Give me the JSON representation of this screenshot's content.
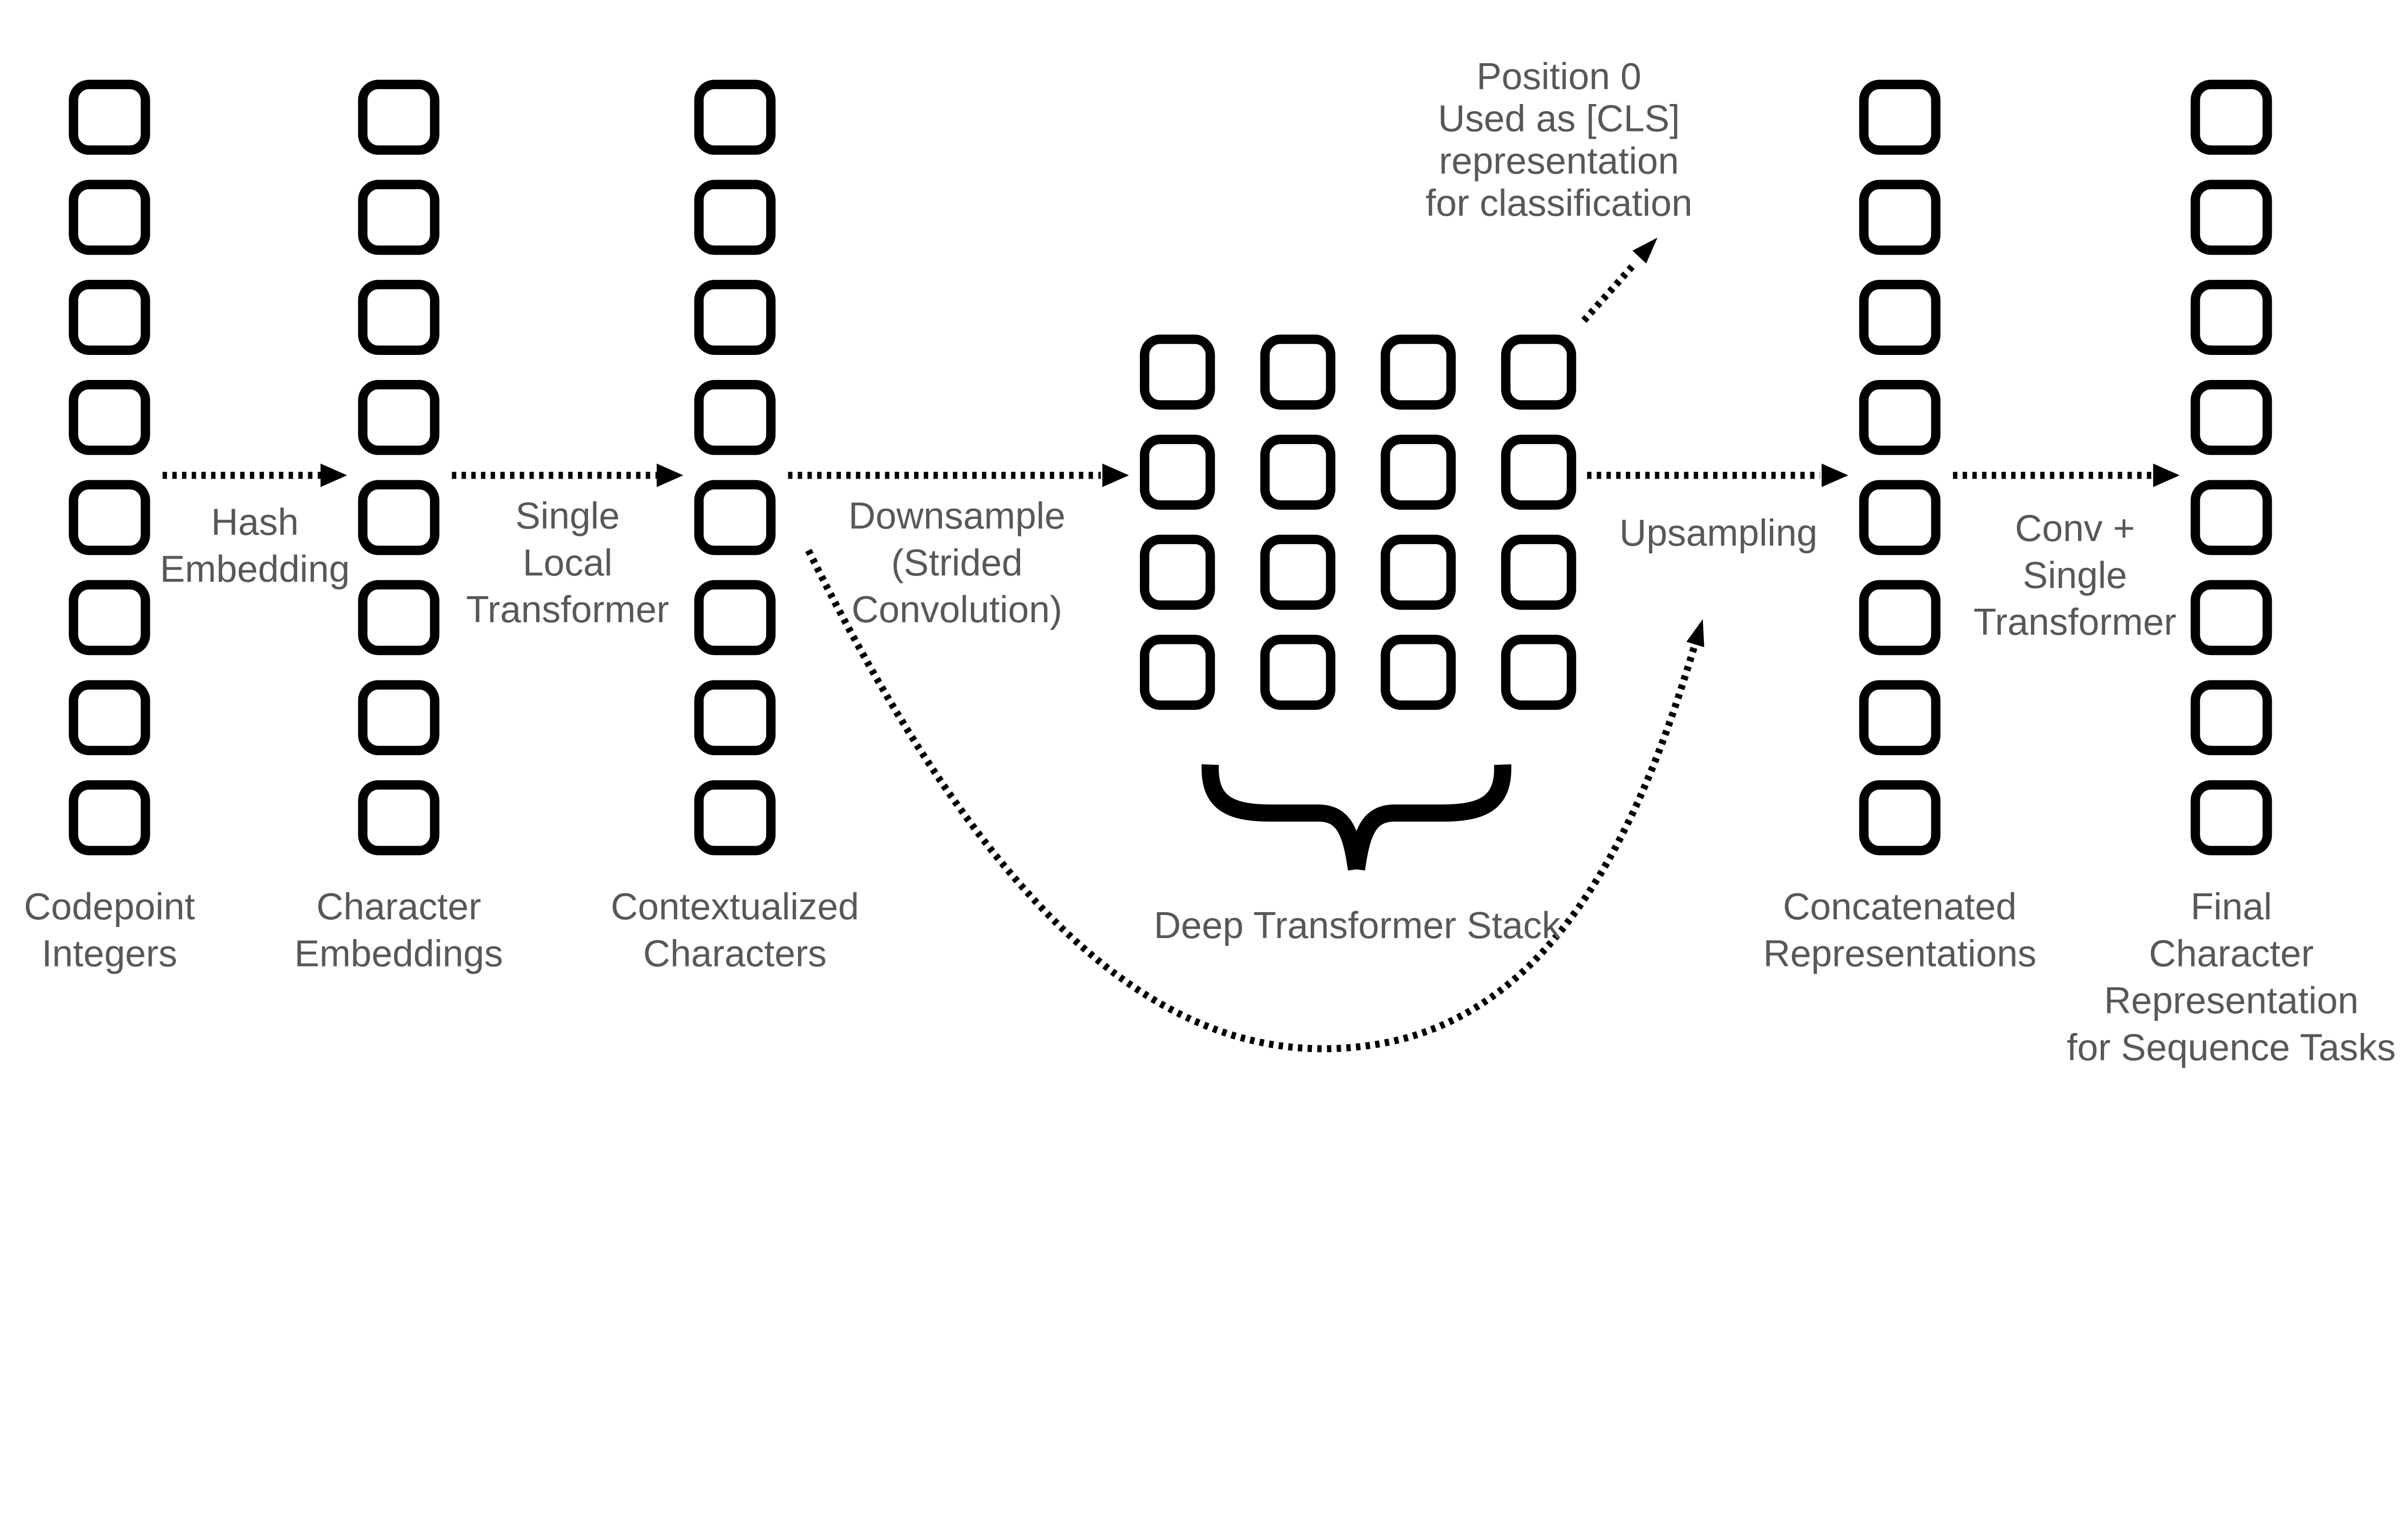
{
  "colors": {
    "text": "#58585b",
    "line": "#000000"
  },
  "columns": [
    {
      "label": "Codepoint\nIntegers",
      "count": 8
    },
    {
      "label": "Character\nEmbeddings",
      "count": 8
    },
    {
      "label": "Contextualized\nCharacters",
      "count": 8
    },
    {
      "label": "Concatenated\nRepresentations",
      "count": 8
    },
    {
      "label": "Final\nCharacter\nRepresentation\nfor Sequence Tasks",
      "count": 8
    }
  ],
  "grid": {
    "label": "Deep Transformer Stack",
    "rows": 4,
    "cols": 4,
    "cell_count": 16
  },
  "edges": {
    "hash_embedding": "Hash\nEmbedding",
    "single_local_transformer": "Single\nLocal\nTransformer",
    "downsample": "Downsample\n(Strided\nConvolution)",
    "upsampling": "Upsampling",
    "conv_single_transformer": "Conv +\nSingle\nTransformer"
  },
  "notes": {
    "cls": "Position 0\nUsed as [CLS]\nrepresentation\nfor classification"
  }
}
